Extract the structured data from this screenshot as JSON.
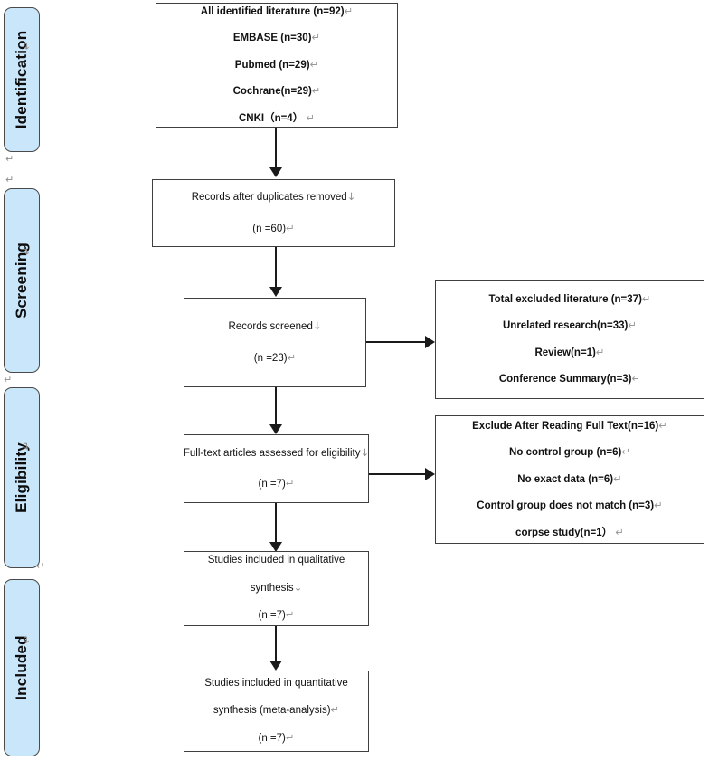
{
  "diagram": {
    "title": "PRISMA flow diagram",
    "accent_color": "#c9e6fa",
    "border_color": "#3f3f3f",
    "line_color": "#1a1a1a",
    "return_glyph": "↵",
    "down_glyph": "↓"
  },
  "stages": [
    {
      "id": "identification",
      "label": "Identification"
    },
    {
      "id": "screening",
      "label": "Screening"
    },
    {
      "id": "eligibility",
      "label": "Eligibility"
    },
    {
      "id": "included",
      "label": "Included"
    }
  ],
  "boxes": {
    "identified": {
      "lines": [
        "All identified literature (n=92)",
        "EMBASE (n=30)",
        "Pubmed (n=29)",
        "Cochrane(n=29)",
        "CNKI（n=4）"
      ]
    },
    "duplicates_removed": {
      "line1": "Records after duplicates removed",
      "line2": "(n =60)"
    },
    "records_screened": {
      "line1": "Records screened",
      "line2": "(n =23)"
    },
    "excluded_screening": {
      "lines": [
        "Total excluded literature (n=37)",
        "Unrelated research(n=33)",
        "Review(n=1)",
        "Conference Summary(n=3)"
      ]
    },
    "fulltext_assessed": {
      "line1": "Full-text articles assessed for eligibility",
      "line2": "(n =7)"
    },
    "excluded_fulltext": {
      "lines": [
        "Exclude After Reading Full Text(n=16)",
        "No control group (n=6)",
        "No exact data (n=6)",
        "Control group does not match (n=3)",
        "corpse study(n=1）"
      ]
    },
    "qualitative": {
      "line1": "Studies included in qualitative",
      "line2": "synthesis",
      "line3": "(n =7)"
    },
    "quantitative": {
      "line1": "Studies included in quantitative",
      "line2": "synthesis (meta-analysis)",
      "line3": "(n =7)"
    }
  }
}
